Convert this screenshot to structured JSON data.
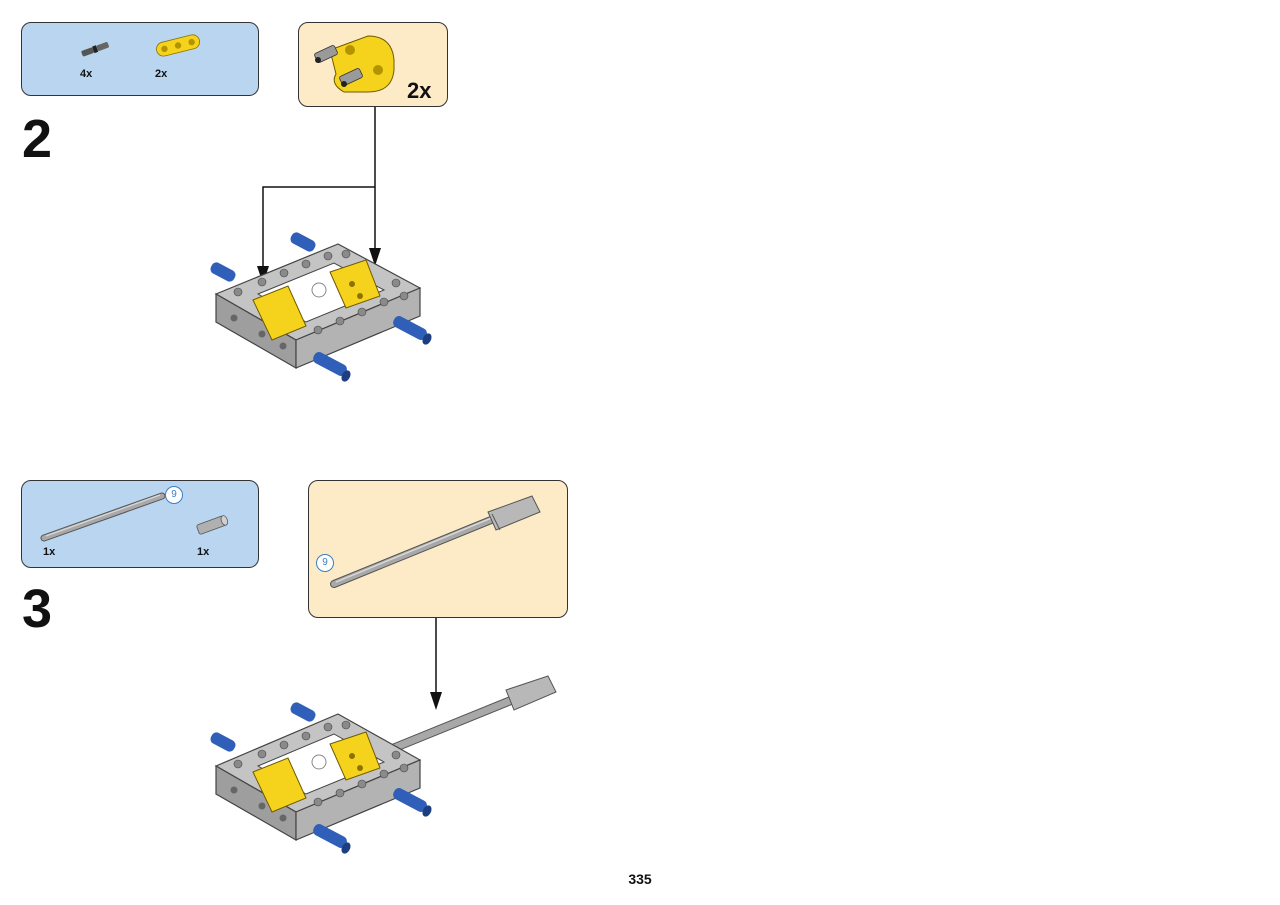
{
  "steps": [
    {
      "number": "2",
      "parts": [
        {
          "name": "connector-peg",
          "qty": "4x"
        },
        {
          "name": "yellow-beam-3",
          "qty": "2x"
        }
      ],
      "subassembly_qty": "2x"
    },
    {
      "number": "3",
      "parts": [
        {
          "name": "axle-9",
          "qty": "1x",
          "length": "9"
        },
        {
          "name": "axle-connector",
          "qty": "1x"
        }
      ],
      "subassembly_length": "9"
    }
  ],
  "page_number": "335",
  "colors": {
    "parts_panel": "#b9d5f0",
    "subassembly_panel": "#fdeac6",
    "frame_gray": "#c4c4c4",
    "beam_yellow": "#f5d31c",
    "pin_blue": "#2f5fb8"
  }
}
